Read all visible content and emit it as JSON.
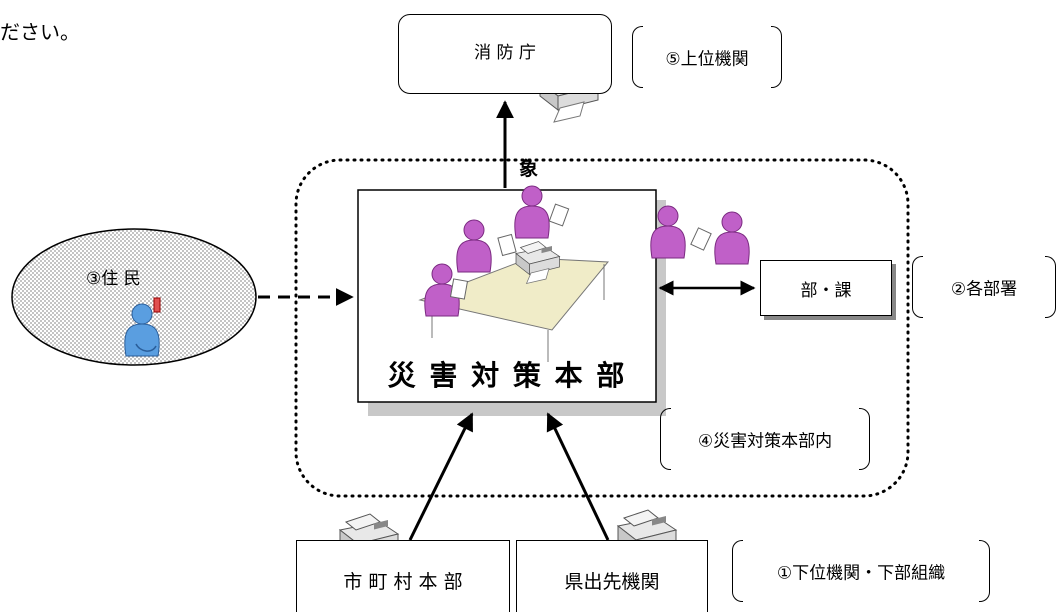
{
  "header_text": "ださい。",
  "nodes": {
    "fire_agency": "消 防 庁",
    "residents": "③住 民",
    "hq": "災 害 対 策 本 部",
    "dept": "部・課",
    "municipal_hq": "市 町 村 本 部",
    "pref_office": "県出先機関",
    "arrow_label": "象"
  },
  "brackets": {
    "upper": "⑤上位機関",
    "departments": "②各部署",
    "inside_hq": "④災害対策本部内",
    "lower": "①下位機関・下部組織"
  },
  "colors": {
    "person_purple": "#c060c8",
    "person_blue": "#5a9ee0",
    "table": "#f0ecc8",
    "dots": "#bbbbbb"
  }
}
